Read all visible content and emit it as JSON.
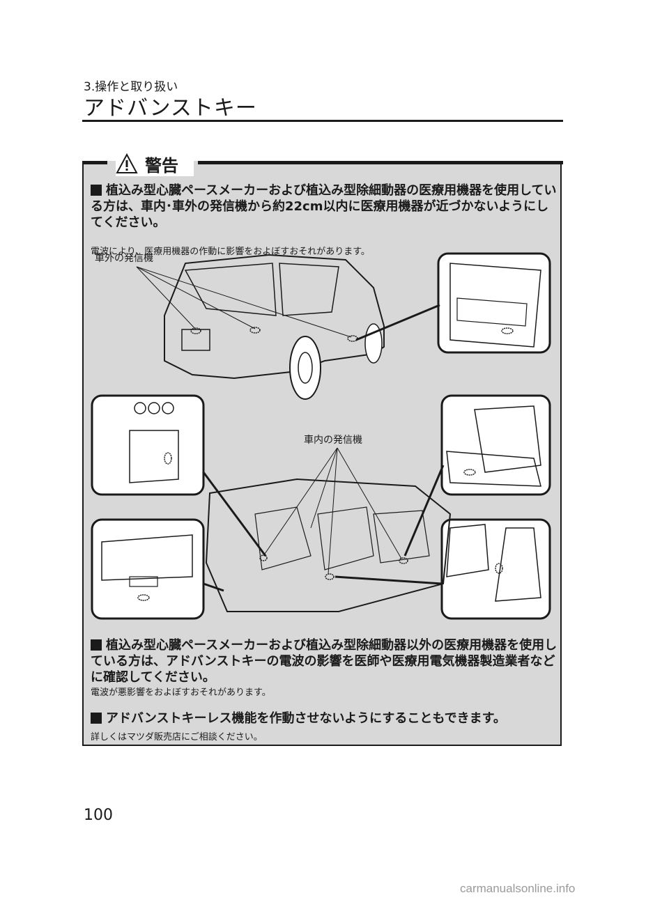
{
  "header": {
    "chapter": "3.操作と取り扱い",
    "title": "アドバンストキー"
  },
  "warning": {
    "label": "警告",
    "item1_text": "植込み型心臓ペースメーカーおよび植込み型除細動器の医療用機器を使用している方は、車内･車外の発信機から約22cm以内に医療用機器が近づかないようにしてください。",
    "item1_note": "電波により、医療用機器の作動に影響をおよぼすおそれがあります。",
    "figure": {
      "label_exterior": "車外の発信機",
      "label_interior": "車内の発信機"
    },
    "item2_text": "植込み型心臓ペースメーカーおよび植込み型除細動器以外の医療用機器を使用している方は、アドバンストキーの電波の影響を医師や医療用電気機器製造業者などに確認してください。",
    "item2_note": "電波が悪影響をおよぼすおそれがあります。",
    "item3_text": "アドバンストキーレス機能を作動させないようにすることもできます。",
    "item3_note": "詳しくはマツダ販売店にご相談ください。"
  },
  "footer": {
    "page_number": "100",
    "watermark": "carmanualsonline.info"
  }
}
